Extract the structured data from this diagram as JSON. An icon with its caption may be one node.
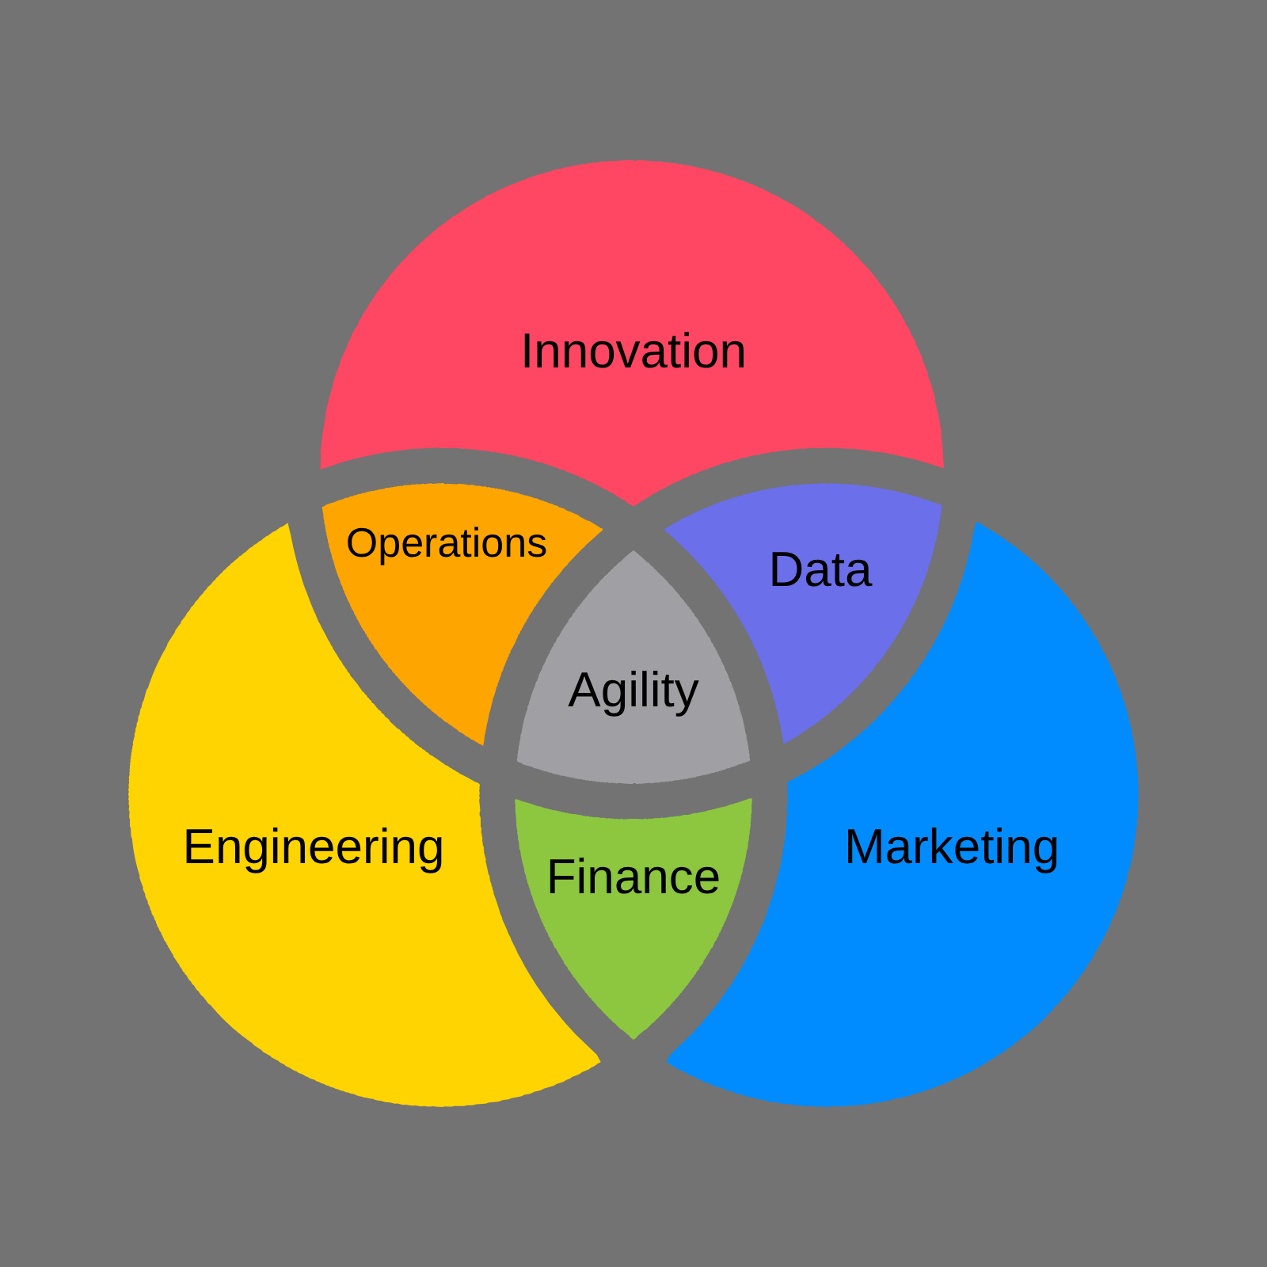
{
  "diagram": {
    "nodes": [
      {
        "text": [
          "Innovation"
        ]
      },
      {
        "text": [
          "Operations"
        ]
      },
      {
        "text": [
          "Data"
        ]
      },
      {
        "text": [
          "Agility"
        ]
      },
      {
        "text": [
          "Engineering"
        ]
      },
      {
        "text": [
          "Finance"
        ]
      },
      {
        "text": [
          "Marketing"
        ]
      }
    ]
  }
}
